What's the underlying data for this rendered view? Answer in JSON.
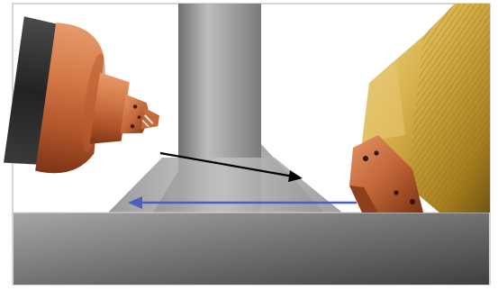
{
  "scene": {
    "subject": "plasma-torch-nozzles-and-workpiece",
    "colors": {
      "background": "#ffffff",
      "frame": "#c9c9c9",
      "copper": "#c8683d",
      "brass": "#c9a33a",
      "torch_body": "#2b2b2b",
      "plate_light": "#9a9a9a",
      "plate_dark": "#4e4e4e",
      "column": "#8f8f8f",
      "arrow_black": "#000000",
      "arrow_blue": "#4a5fbf"
    },
    "arrows": [
      {
        "name": "black-arrow",
        "direction": "right",
        "color": "#000000"
      },
      {
        "name": "blue-arrow",
        "direction": "left",
        "color": "#4a5fbf"
      }
    ]
  }
}
